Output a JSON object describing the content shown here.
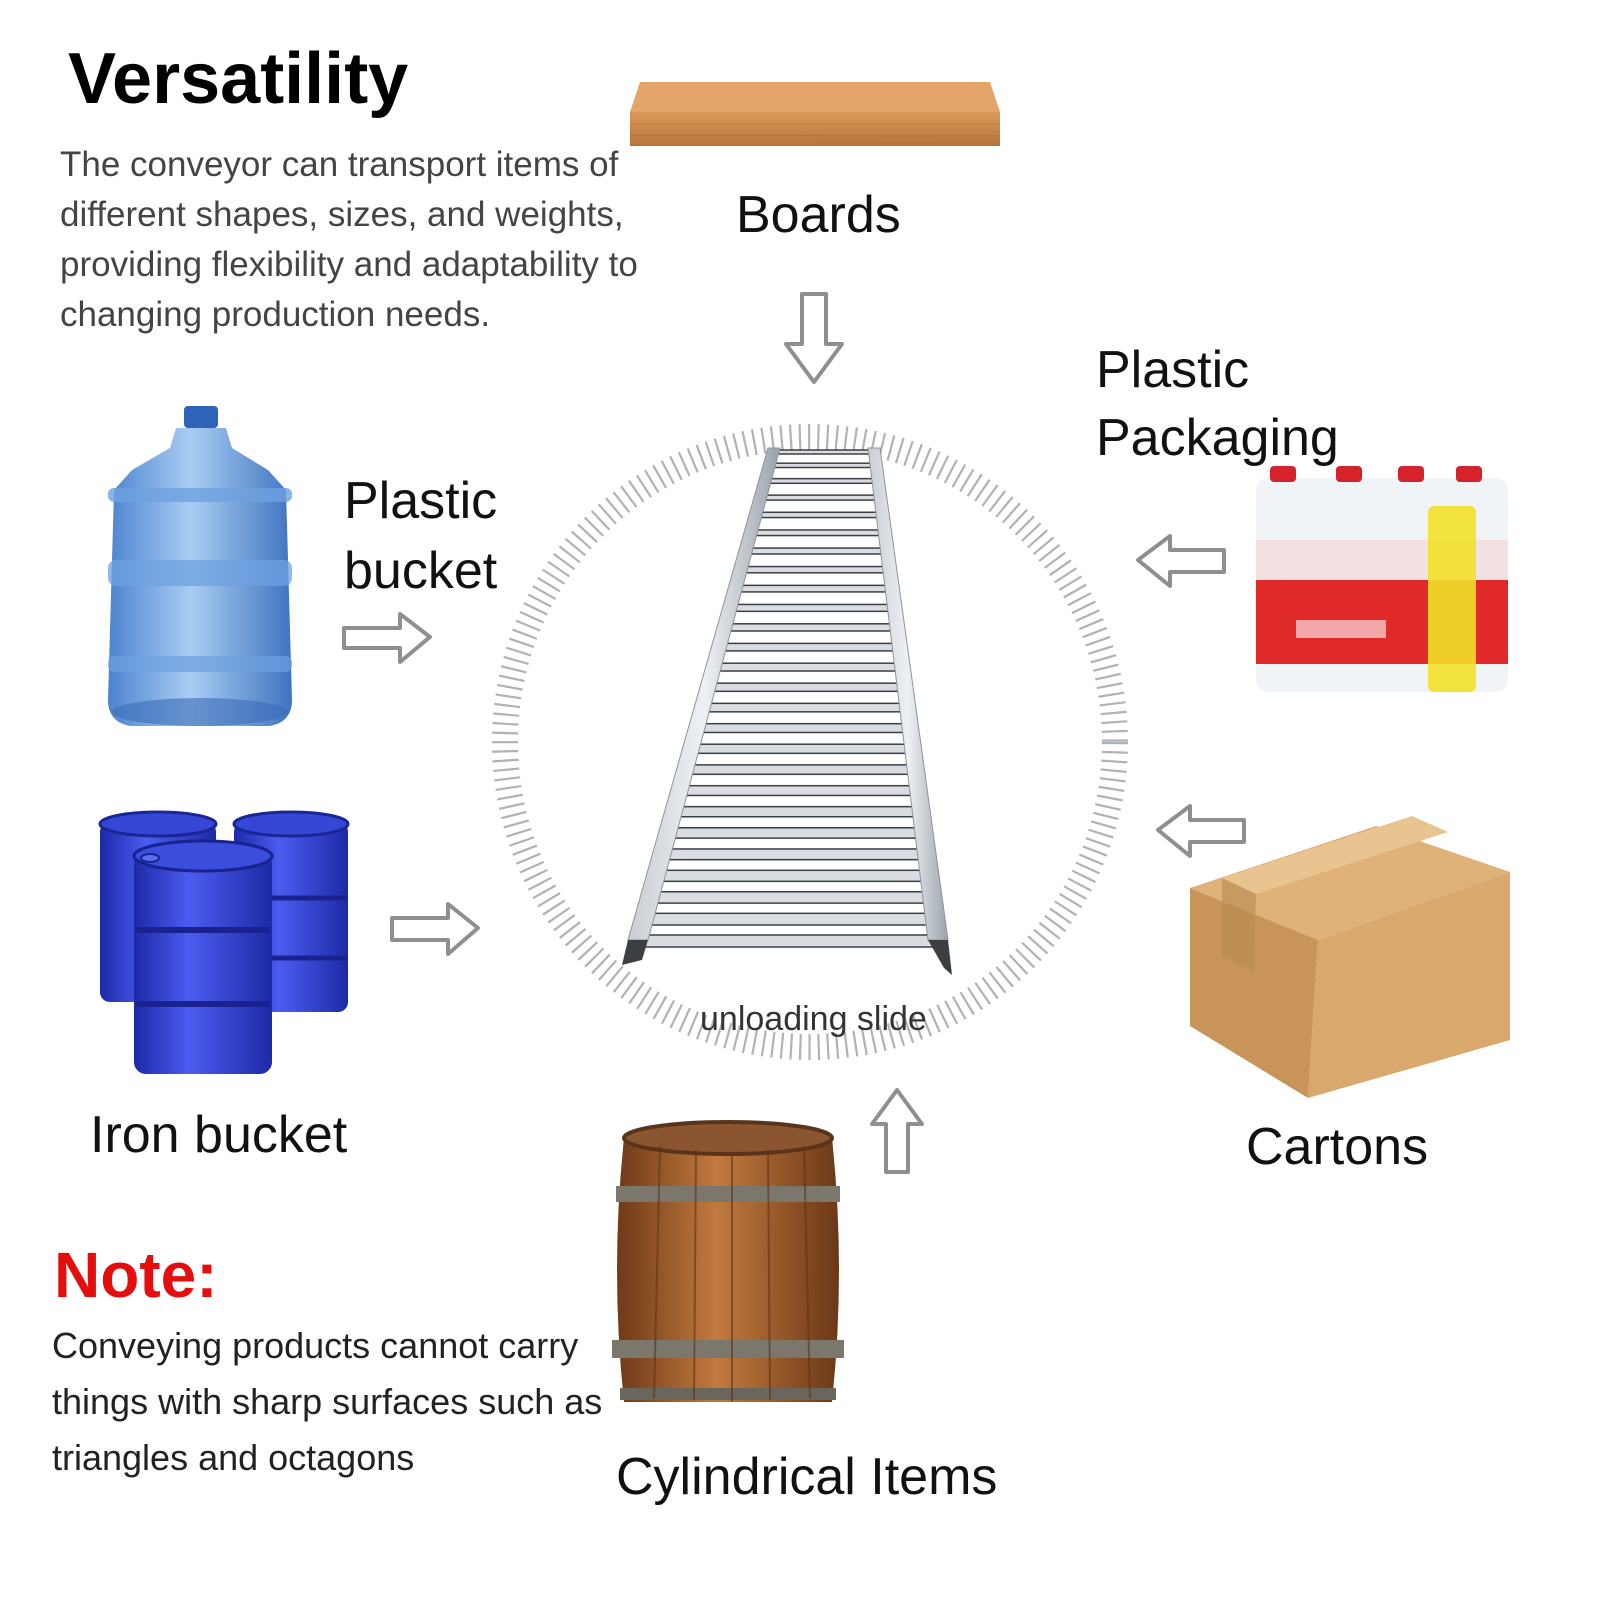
{
  "header": {
    "title": "Versatility",
    "description": "The conveyor can transport items of different shapes, sizes, and weights, providing flexibility and adaptability to changing production needs."
  },
  "center": {
    "label": "unloading slide"
  },
  "items": {
    "boards": "Boards",
    "plastic_packaging": "Plastic\nPackaging",
    "plastic_bucket": "Plastic\nbucket",
    "iron_bucket": "Iron bucket",
    "cartons": "Cartons",
    "cylindrical_items": "Cylindrical Items"
  },
  "note": {
    "title": "Note:",
    "text": "Conveying products cannot carry things with sharp surfaces such as triangles and octagons"
  },
  "colors": {
    "note_red": "#e50e0e",
    "board_wood": "#c98548",
    "water_bucket_blue": "#5b95d8",
    "iron_drum_blue": "#2f3fd0",
    "carton_brown": "#c99a5b",
    "barrel_wood": "#9a5a2a",
    "packaging_red": "#e02a2a"
  }
}
